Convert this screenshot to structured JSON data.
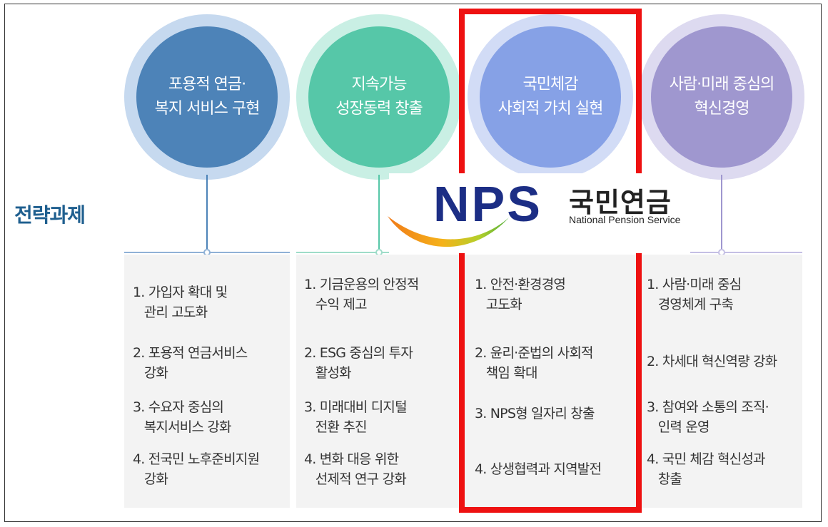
{
  "side_label": "전략과제",
  "colors": {
    "col1": "#4d83b8",
    "col1_ring": "#c6d9ef",
    "col2": "#56c7a8",
    "col2_ring": "#c9efe4",
    "col3": "#86a1e6",
    "col3_ring": "#d2dcf6",
    "col4": "#9f97cf",
    "col4_ring": "#dddaf0",
    "highlight": "#ee1111"
  },
  "columns": [
    {
      "title_line1": "포용적 연금·",
      "title_line2": "복지 서비스 구현",
      "items": [
        "1. 가입자 확대 및\n   관리 고도화",
        "2. 포용적 연금서비스\n   강화",
        "3. 수요자 중심의\n   복지서비스 강화",
        "4. 전국민 노후준비지원\n   강화"
      ]
    },
    {
      "title_line1": "지속가능",
      "title_line2": "성장동력 창출",
      "items": [
        "1. 기금운용의 안정적\n   수익 제고",
        "2. ESG 중심의 투자\n   활성화",
        "3. 미래대비 디지털\n   전환 추진",
        "4. 변화 대응 위한\n   선제적 연구 강화"
      ]
    },
    {
      "title_line1": "국민체감",
      "title_line2": "사회적 가치 실현",
      "items": [
        "1. 안전·환경경영\n   고도화",
        "2. 윤리·준법의 사회적\n   책임 확대",
        "3. NPS형 일자리 창출",
        "4. 상생협력과 지역발전"
      ]
    },
    {
      "title_line1": "사람·미래 중심의",
      "title_line2": "혁신경영",
      "items": [
        "1. 사람·미래 중심\n   경영체계 구축",
        "2. 차세대 혁신역량 강화",
        "3. 참여와 소통의 조직·\n   인력 운영",
        "4. 국민 체감 혁신성과\n   창출"
      ]
    }
  ],
  "logo": {
    "mark": "NPS",
    "name_ko": "국민연금",
    "name_en": "National Pension Service"
  }
}
